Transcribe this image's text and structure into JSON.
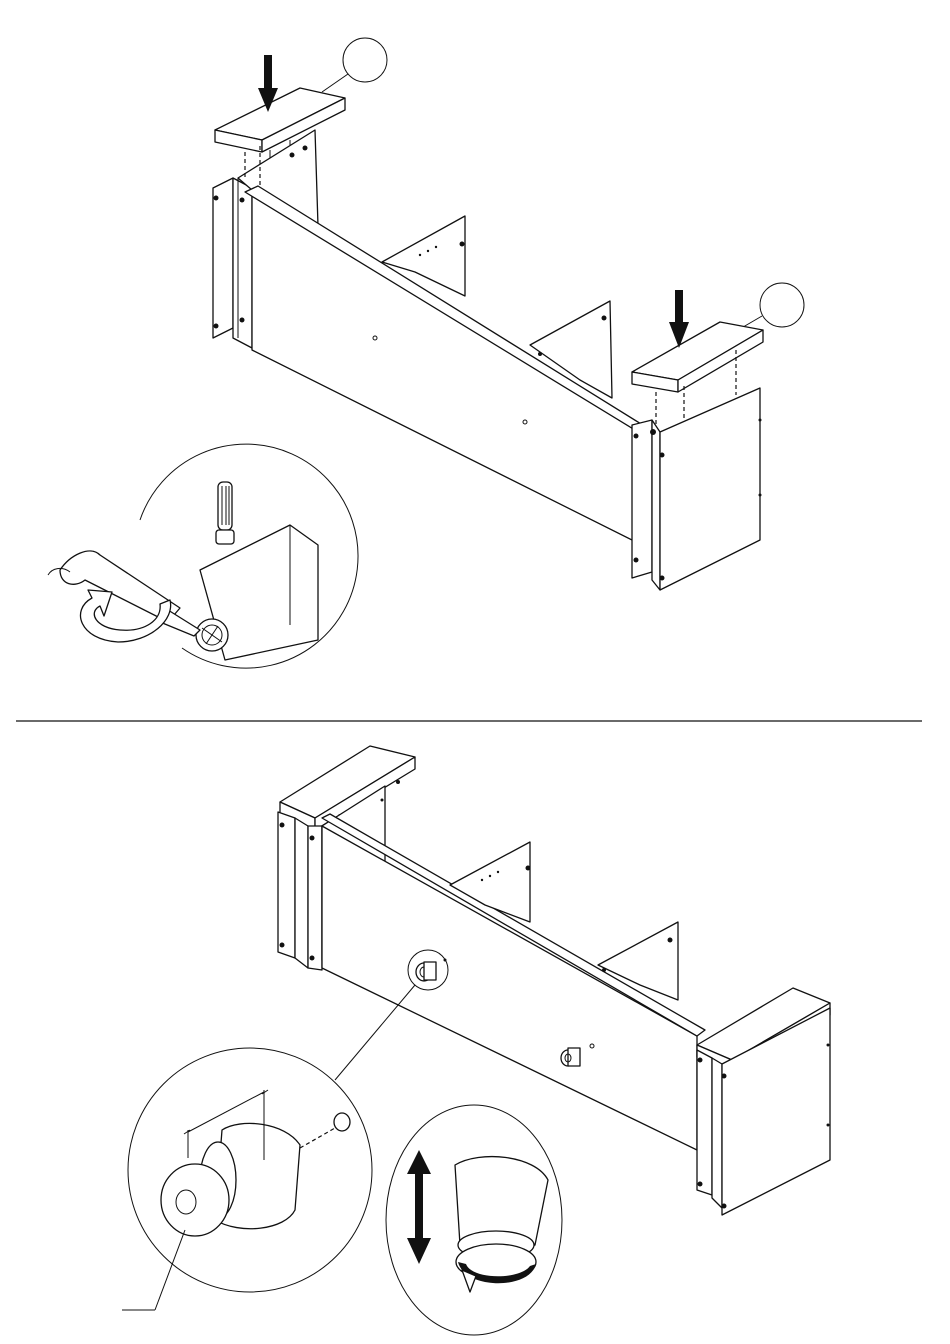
{
  "figure": {
    "steps": [
      "step-attach-top-panels",
      "step-adjustable-feet"
    ],
    "callout_circles": 2,
    "colors": {
      "line": "#111111",
      "background": "#ffffff"
    }
  }
}
